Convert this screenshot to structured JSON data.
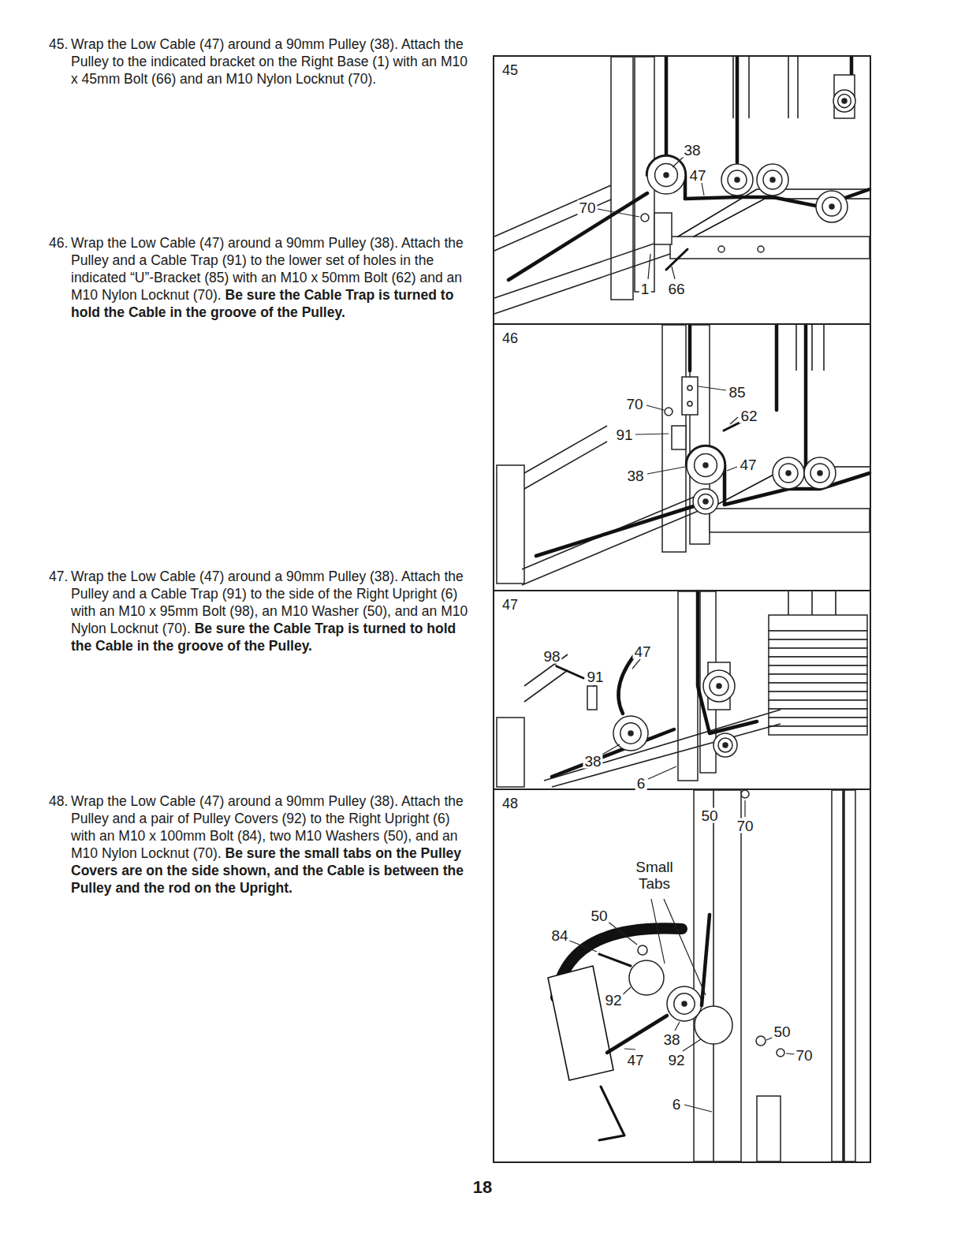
{
  "diagram": {
    "nodes": [
      {
        "text": [
          "45"
        ]
      },
      {
        "text": [
          "46"
        ]
      },
      {
        "text": [
          "47"
        ]
      },
      {
        "text": [
          "48"
        ]
      }
    ],
    "labels": [
      "45.",
      "Wrap the Low Cable (47) around a 90mm Pulley (38). Attach the Pulley to the indicated bracket on the Right Base (1) with an M10 x 45mm Bolt (66) and an M10 Nylon Locknut (70).",
      "46.",
      "Wrap the Low Cable (47) around a 90mm Pulley (38). Attach the Pulley and a Cable Trap (91) to the lower set of holes in the indicated “U”-Bracket (85) with an M10 x 50mm Bolt (62) and an M10 Nylon Locknut (70).",
      "Be sure the Cable Trap is turned to hold the Cable in the groove of the Pulley.",
      "47.",
      "Wrap the Low Cable (47) around a 90mm Pulley (38). Attach the Pulley and a Cable Trap (91) to the side of the Right Upright (6) with an M10 x 95mm Bolt (98), an M10 Washer (50), and an M10 Nylon Locknut (70).",
      "Be sure the Cable Trap is turned to hold the Cable in the groove of the Pulley.",
      "48.",
      "Wrap the Low Cable (47) around a 90mm Pulley (38). Attach the Pulley and a pair of Pulley Covers (92) to the Right Upright (6) with an M10 x 100mm Bolt (84), two M10 Washers (50), and an M10 Nylon Locknut (70).",
      "Be sure the small tabs on the Pulley Covers are on the side shown, and the Cable is between the Pulley and the rod on the Upright.",
      "38",
      "47",
      "70",
      "1",
      "66",
      "70",
      "85",
      "91",
      "62",
      "47",
      "38",
      "98",
      "47",
      "91",
      "38",
      "6",
      "50",
      "70",
      "Small Tabs",
      "50",
      "84",
      "92",
      "38",
      "47",
      "92",
      "50",
      "70",
      "6",
      "18"
    ]
  }
}
